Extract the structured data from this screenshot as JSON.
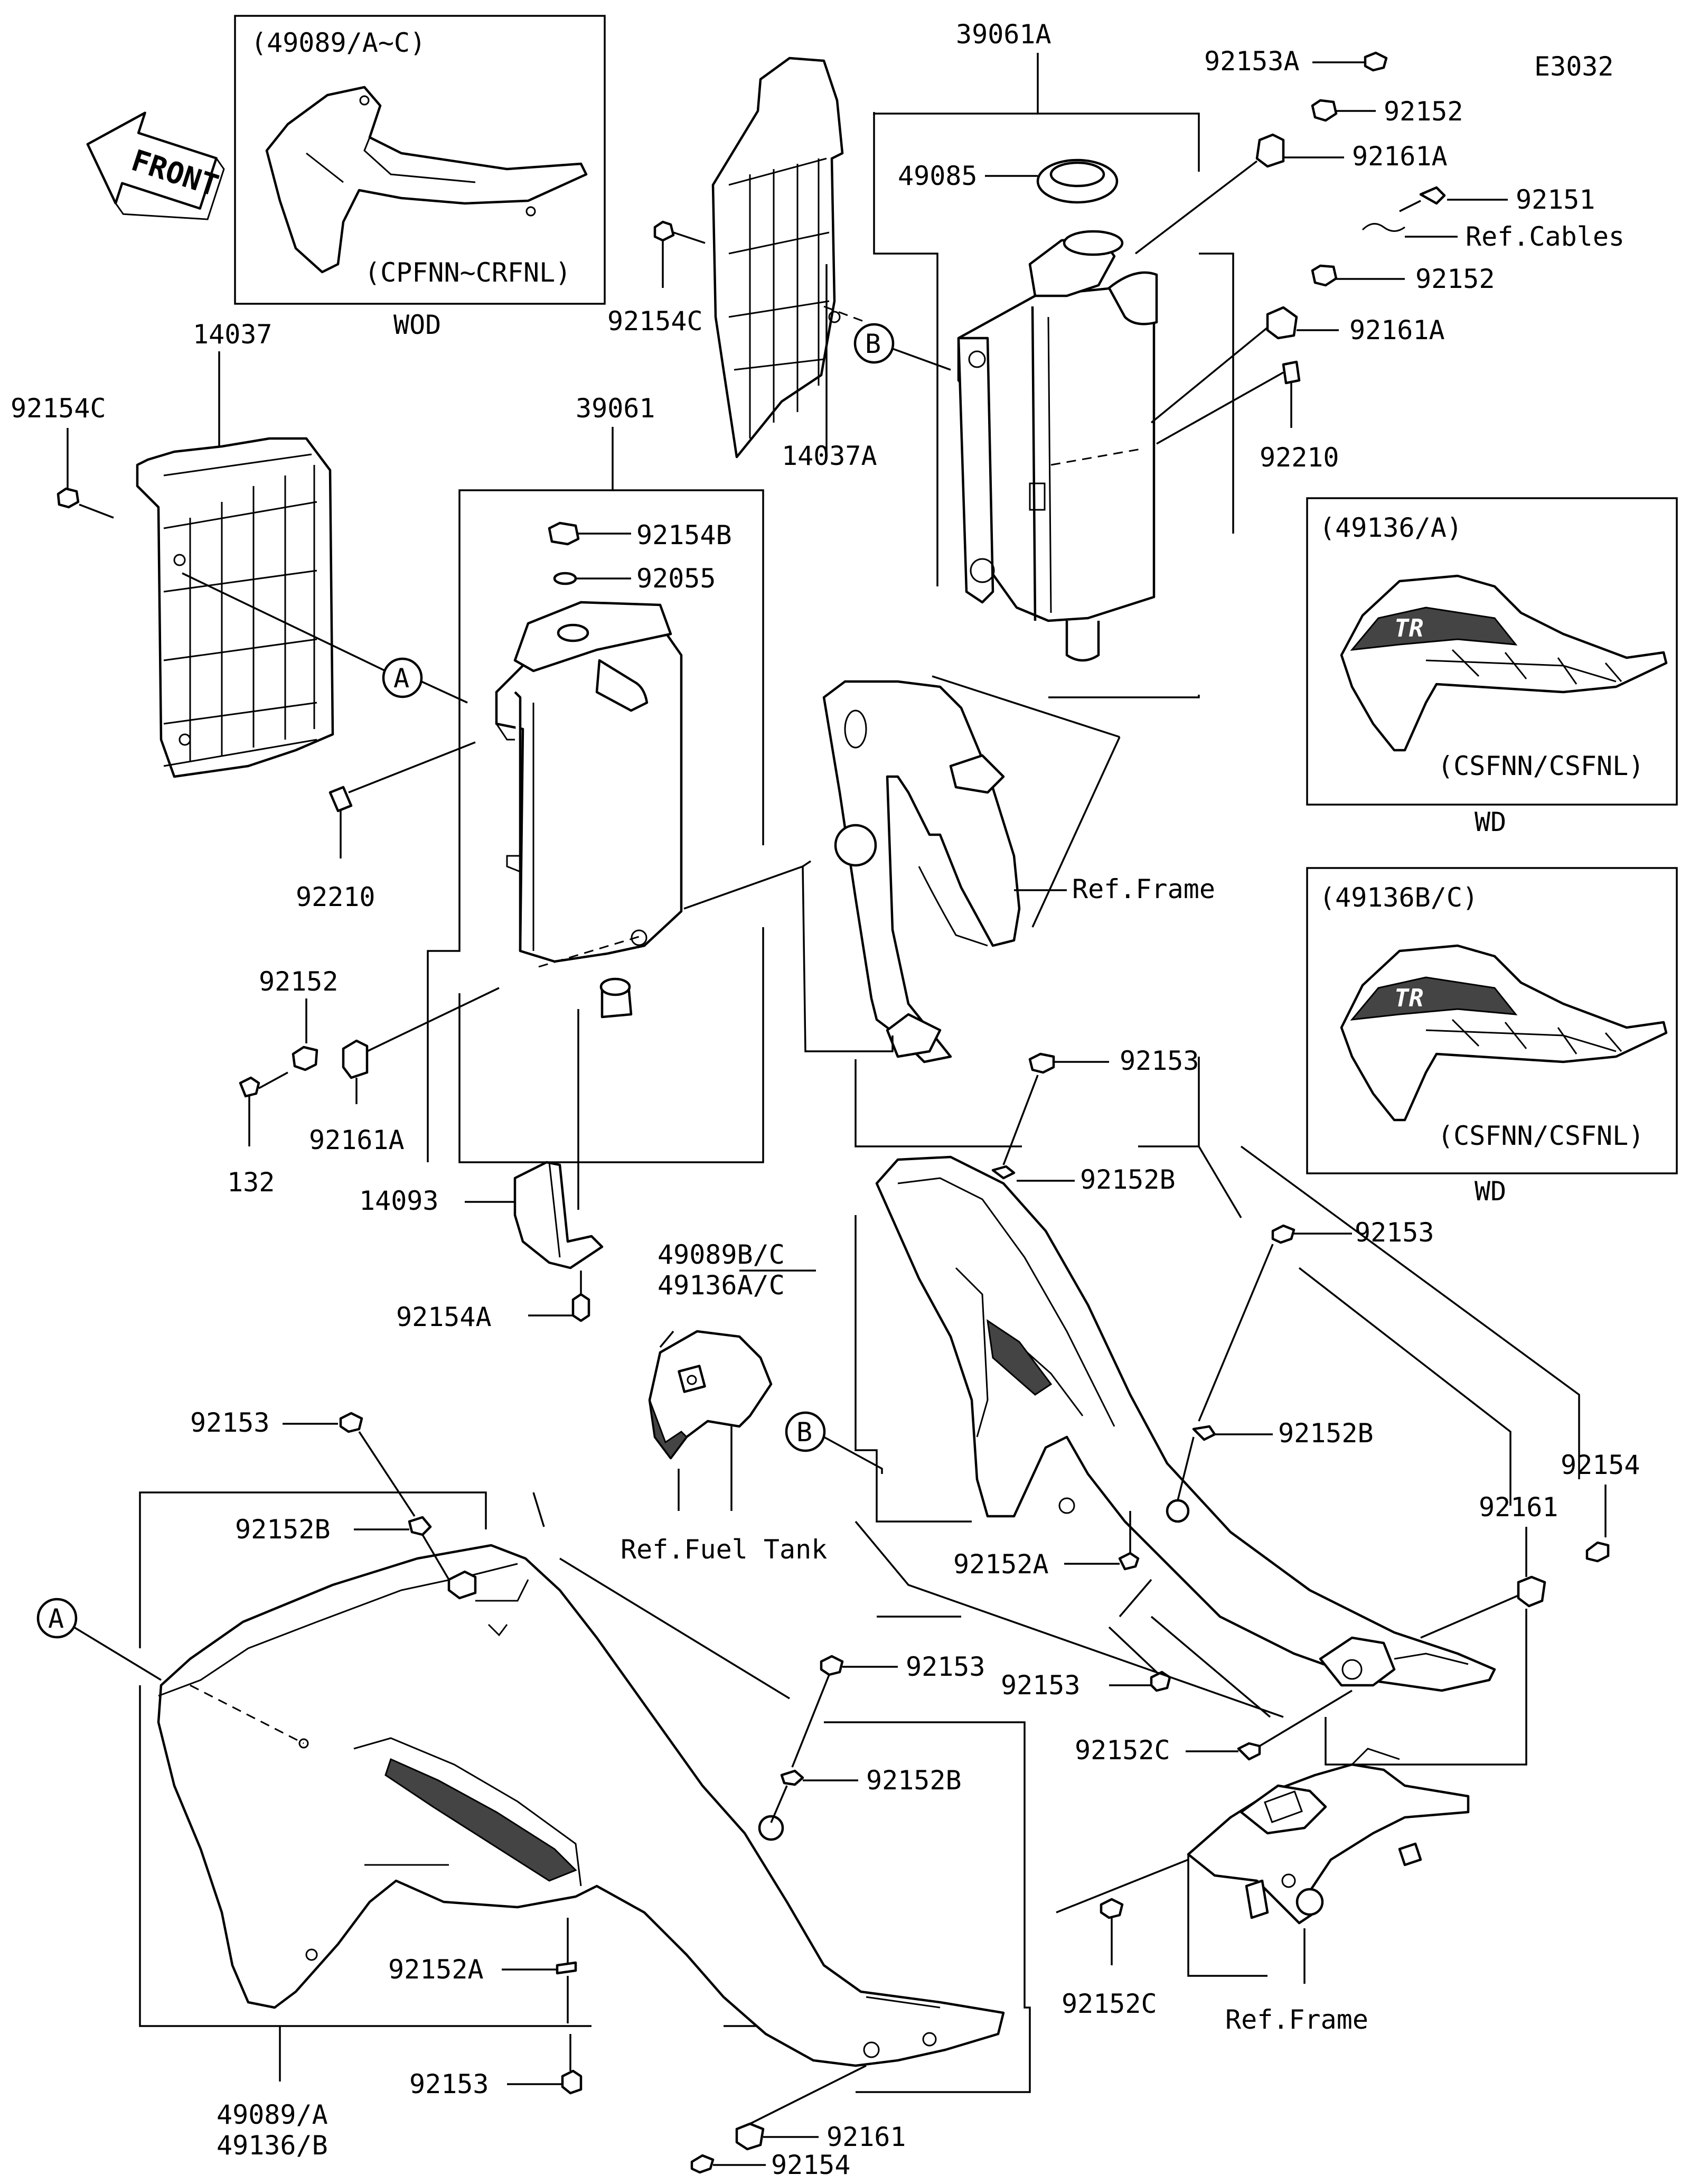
{
  "diagram_code": "E3032",
  "front_label": "FRONT",
  "callouts": {
    "A": "A",
    "B": "B"
  },
  "insets": {
    "wod": {
      "header": "(49089/A~C)",
      "models": "(CPFNN~CRFNL)",
      "footer": "WOD"
    },
    "wd1": {
      "header": "(49136/A)",
      "models": "(CSFNN/CSFNL)",
      "footer": "WD"
    },
    "wd2": {
      "header": "(49136B/C)",
      "models": "(CSFNN/CSFNL)",
      "footer": "WD"
    }
  },
  "labels": {
    "p39061A": "39061A",
    "p92153A": "92153A",
    "p92152_top": "92152",
    "p92161A_top": "92161A",
    "p49085": "49085",
    "p92151": "92151",
    "ref_cables": "Ref.Cables",
    "p92152_mid": "92152",
    "p92161A_mid": "92161A",
    "p92210_right": "92210",
    "p92154C_top": "92154C",
    "p14037A": "14037A",
    "p14037": "14037",
    "p92154C_left": "92154C",
    "p39061": "39061",
    "p92154B": "92154B",
    "p92055": "92055",
    "p92210_left": "92210",
    "p92152_left": "92152",
    "p132": "132",
    "p92161A_left": "92161A",
    "ref_frame_top": "Ref.Frame",
    "p92153_mid": "92153",
    "p92152B_mid": "92152B",
    "p14093": "14093",
    "p92154A": "92154A",
    "p49089BC": "49089B/C",
    "p49136AC": "49136A/C",
    "p92153_right": "92153",
    "p92152B_right": "92152B",
    "p92154_right": "92154",
    "p92161_right": "92161",
    "ref_fuel_tank": "Ref.Fuel Tank",
    "p92152A_mid": "92152A",
    "p92153_lower_mid": "92153",
    "p92152C_mid": "92152C",
    "p92153_left": "92153",
    "p92152B_left": "92152B",
    "p92153_bl": "92153",
    "p92152B_bl": "92152B",
    "p92152A_bl": "92152A",
    "p92152C_bottom": "92152C",
    "ref_frame_bottom": "Ref.Frame",
    "p92153_bottom": "92153",
    "p49089A": "49089/A",
    "p49136B": "49136/B",
    "p92161_bottom": "92161",
    "p92154_bottom": "92154"
  }
}
